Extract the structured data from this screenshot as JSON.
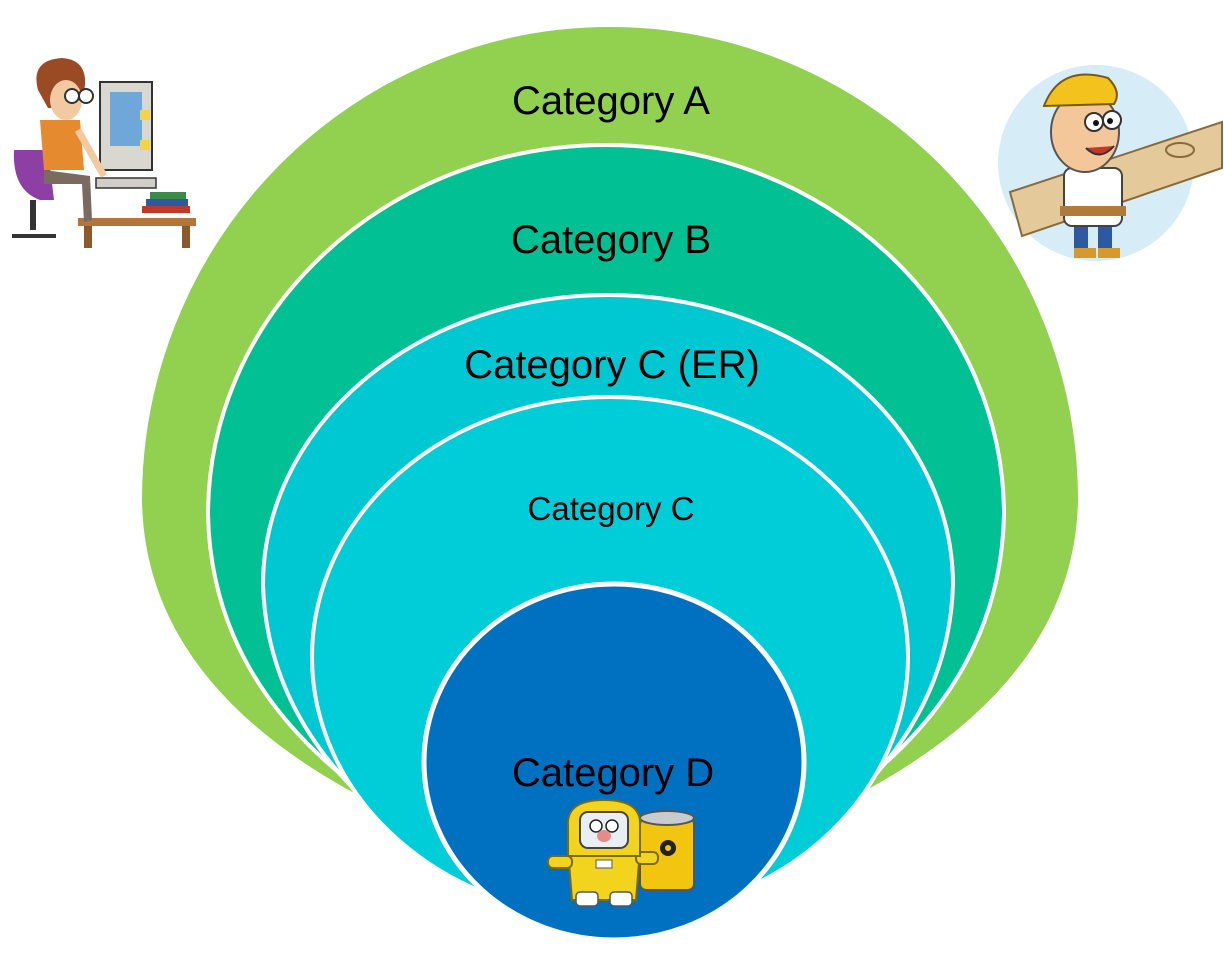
{
  "diagram": {
    "layers": [
      {
        "label": "Category A",
        "color": "#92d050"
      },
      {
        "label": "Category B",
        "color": "#00c094"
      },
      {
        "label": "Category C (ER)",
        "color": "#00c8d2"
      },
      {
        "label": "Category C",
        "color": "#00cdd8"
      },
      {
        "label": "Category D",
        "color": "#0070c0"
      }
    ],
    "border_color": "#ffffff",
    "illustrations": [
      "office-worker-icon",
      "construction-worker-icon",
      "hazmat-worker-icon"
    ]
  }
}
